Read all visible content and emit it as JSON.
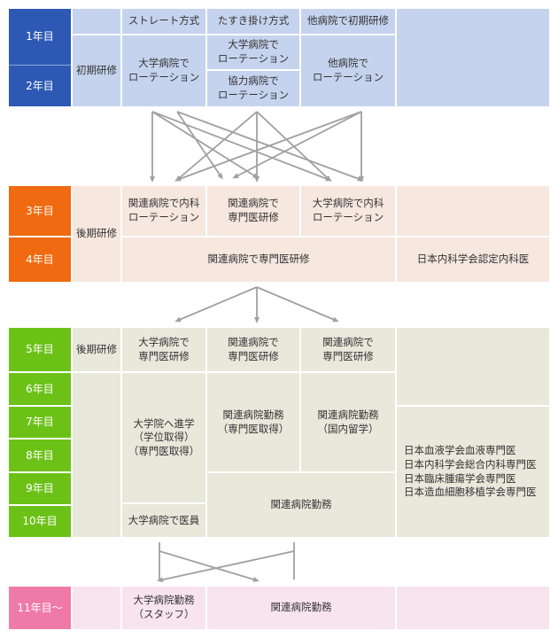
{
  "colors": {
    "block1_bg": "#c6d3ee",
    "block1_year": "#2d59b4",
    "block2_bg": "#f6e7df",
    "block2_year": "#ef6a10",
    "block3_bg": "#e8e8db",
    "block3_year": "#6cc117",
    "block4_bg": "#f7e4ef",
    "block4_year": "#f07aa7",
    "arrow": "#a0a0a0"
  },
  "block1": {
    "years": [
      "1年目",
      "2年目"
    ],
    "stage": "初期研修",
    "headers": [
      "ストレート方式",
      "たすき掛け方式",
      "他病院で初期研修"
    ],
    "col1": "大学病院で\nローテーション",
    "col2_top": "大学病院で\nローテーション",
    "col2_bottom": "協力病院で\nローテーション",
    "col3": "他病院で\nローテーション"
  },
  "block2": {
    "years": [
      "3年目",
      "4年目"
    ],
    "stage": "後期研修",
    "col1": "関連病院で内科\nローテーション",
    "col2": "関連病院で\n専門医研修",
    "col3": "大学病院で内科\nローテーション",
    "row2": "関連病院で専門医研修",
    "cert": "日本内科学会認定内科医"
  },
  "block3": {
    "years": [
      "5年目",
      "6年目",
      "7年目",
      "8年目",
      "9年目",
      "10年目"
    ],
    "stage": "後期研修",
    "col1": "大学病院で\n専門医研修",
    "col2": "関連病院で\n専門医研修",
    "col3": "関連病院で\n専門医研修",
    "grad_school": "大学院へ進学\n（学位取得）\n（専門医取得）",
    "univ_staff": "大学病院で医員",
    "affiliated_specialist": "関連病院勤務\n（専門医取得）",
    "affiliated_domestic": "関連病院勤務\n（国内留学）",
    "affiliated_work": "関連病院勤務",
    "certs": "日本血液学会血液専門医\n日本内科学会総合内科専門医\n日本臨床腫瘍学会専門医\n日本造血細胞移植学会専門医"
  },
  "block4": {
    "year": "11年目～",
    "col1": "大学病院勤務\n（スタッフ）",
    "col2": "関連病院勤務"
  }
}
